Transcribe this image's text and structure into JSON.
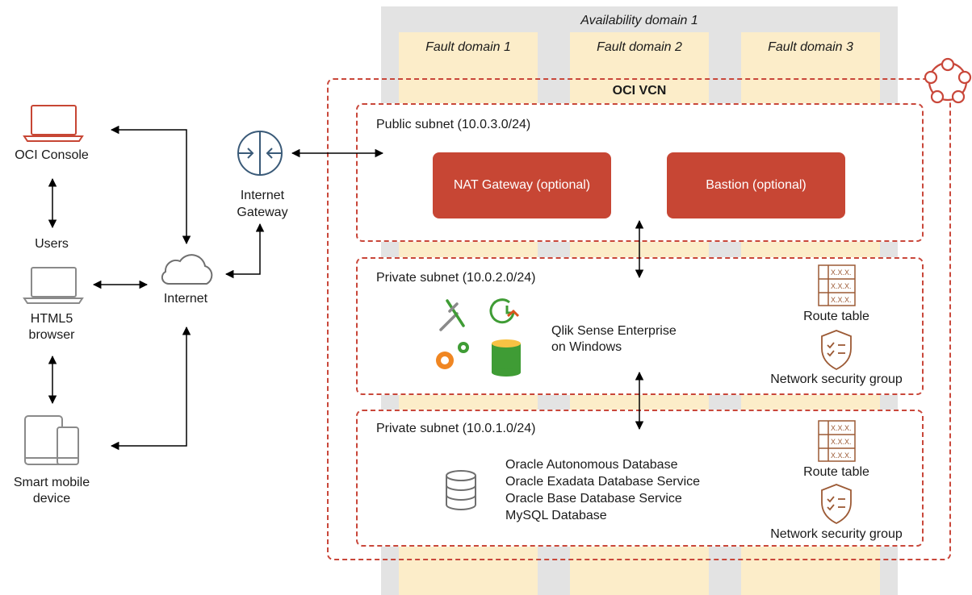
{
  "availability_domain": {
    "label": "Availability domain 1"
  },
  "fault_domains": [
    {
      "label": "Fault domain 1"
    },
    {
      "label": "Fault domain 2"
    },
    {
      "label": "Fault domain 3"
    }
  ],
  "vcn": {
    "label": "OCI VCN"
  },
  "public_subnet": {
    "label": "Public subnet (10.0.3.0/24)",
    "nat_gateway": "NAT Gateway (optional)",
    "bastion": "Bastion (optional)"
  },
  "app_subnet": {
    "label": "Private subnet (10.0.2.0/24)",
    "app_line1": "Qlik Sense Enterprise",
    "app_line2": "on Windows",
    "route_table": "Route table",
    "nsg": "Network security group"
  },
  "db_subnet": {
    "label": "Private subnet (10.0.1.0/24)",
    "db_lines": [
      "Oracle Autonomous Database",
      "Oracle Exadata Database Service",
      "Oracle Base Database Service",
      "MySQL Database"
    ],
    "route_table": "Route table",
    "nsg": "Network security group"
  },
  "route_table_cells": [
    "X.X.X.",
    "X.X.X.",
    "X.X.X."
  ],
  "clients": {
    "console": "OCI Console",
    "users": "Users",
    "browser_line1": "HTML5",
    "browser_line2": "browser",
    "mobile_line1": "Smart mobile",
    "mobile_line2": "device"
  },
  "internet": {
    "label": "Internet"
  },
  "internet_gateway": {
    "line1": "Internet",
    "line2": "Gateway"
  },
  "colors": {
    "oracle_red": "#c74634",
    "dashed_border": "#c9473a",
    "availability_domain_bg": "#e3e3e3",
    "fault_domain_bg": "#fcedc9",
    "icon_gray": "#6f6f6f",
    "gateway_blue": "#3a5a78",
    "icon_brown": "#9c5a35"
  }
}
